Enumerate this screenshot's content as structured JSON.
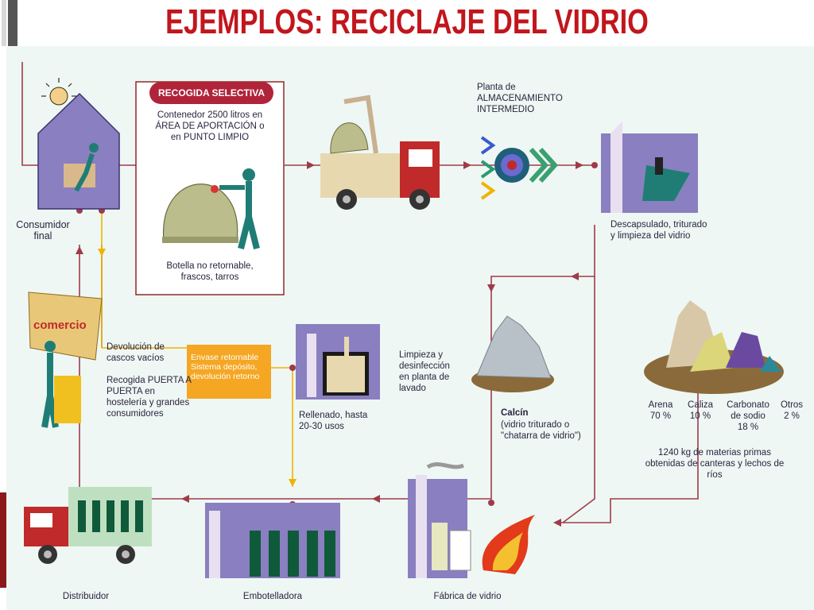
{
  "title": "EJEMPLOS: RECICLAJE DEL VIDRIO",
  "colors": {
    "title": "#c1161d",
    "arrow": "#a03a4a",
    "yellow_arrow": "#f0b400",
    "factory": "#8a7fc0",
    "background": "#eef7f3",
    "orange_box": "#f5a623"
  },
  "labels": {
    "recogida_selectiva": "RECOGIDA SELECTIVA",
    "contenedor": "Contenedor 2500 litros en ÁREA DE APORTACIÓN o en PUNTO LIMPIO",
    "botella": "Botella no retornable, frascos, tarros",
    "consumidor": "Consumidor final",
    "planta": "Planta de ALMACENAMIENTO INTERMEDIO",
    "descapsulado": "Descapsulado, triturado y limpieza del vidrio",
    "comercio": "comercio",
    "devolucion": "Devolución de cascos vacíos",
    "recogida_puerta": "Recogida PUERTA A PUERTA en hostelería y grandes consumidores",
    "envase": "Envase retornable Sistema depósito, devolución retorno",
    "limpieza": "Limpieza y desinfección en planta de lavado",
    "rellenado": "Rellenado, hasta 20-30 usos",
    "calcin": "Calcín",
    "calcin_desc": "(vidrio triturado o \"chatarra de vidrio\")",
    "materias": "1240 kg de materias primas obtenidas de canteras y lechos de ríos",
    "distribuidor": "Distribuidor",
    "embotelladora": "Embotelladora",
    "fabrica": "Fábrica de vidrio"
  },
  "materials": [
    {
      "name": "Arena",
      "pct": "70 %"
    },
    {
      "name": "Caliza",
      "pct": "10 %"
    },
    {
      "name": "Carbonato de sodio",
      "pct": "18 %"
    },
    {
      "name": "Otros",
      "pct": "2 %"
    }
  ]
}
